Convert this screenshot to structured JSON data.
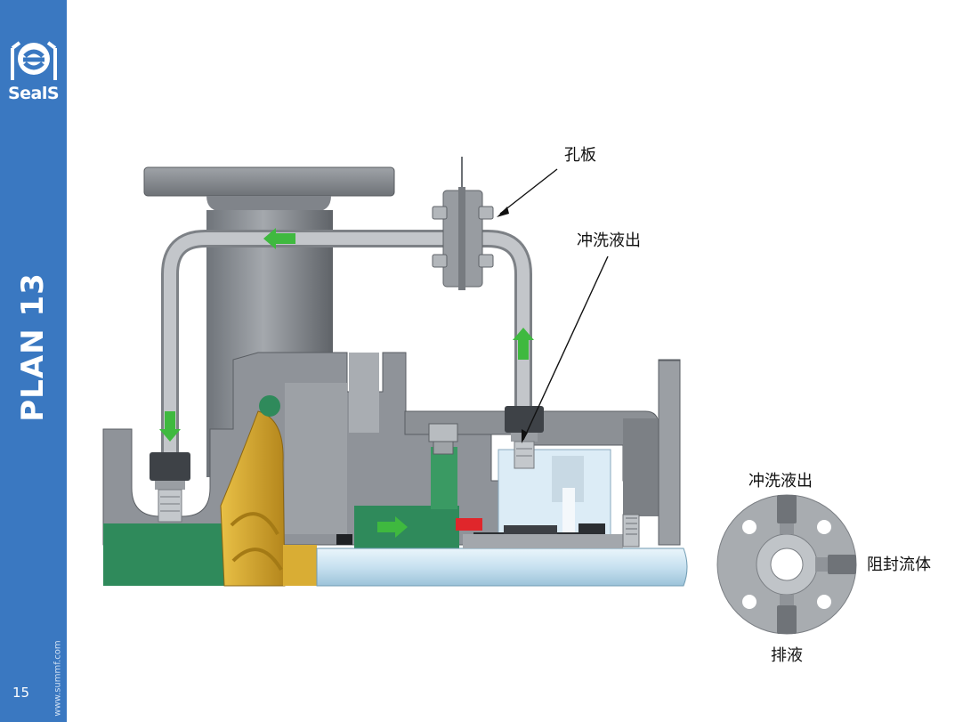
{
  "sidebar": {
    "brand": "SealS",
    "plan_title": "PLAN 13",
    "page_number": "15",
    "website": "www.summf.com"
  },
  "labels": {
    "orifice": "孔板",
    "flush_outlet": "冲洗液出",
    "flush_outlet_detail": "冲洗液出",
    "barrier_fluid": "阻封流体",
    "drain": "排液"
  },
  "colors": {
    "sidebar": "#3a78c1",
    "flow_arrow": "#3fb93f",
    "casing": "#8f9399",
    "impeller": "#d6a62c",
    "fluid": "#2f8a5b",
    "shaft": "#cfe6f4"
  }
}
